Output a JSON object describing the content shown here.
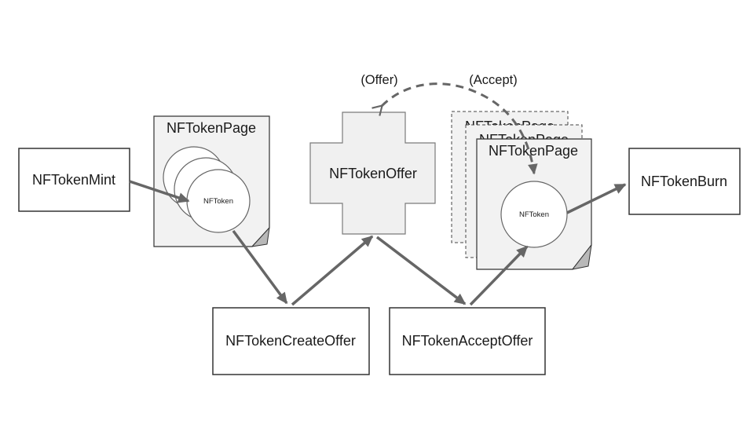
{
  "annotations": {
    "offer": "(Offer)",
    "accept": "(Accept)"
  },
  "transactions": {
    "mint": "NFTokenMint",
    "create_offer": "NFTokenCreateOffer",
    "accept_offer": "NFTokenAcceptOffer",
    "burn": "NFTokenBurn"
  },
  "ledger_objects": {
    "offer": "NFTokenOffer",
    "page_left": "NFTokenPage",
    "page_right_front": "NFTokenPage",
    "page_right_middle": "NFTokenPage",
    "page_right_back": "NFTokenPage",
    "token_left": "NFToken",
    "token_right": "NFToken"
  },
  "colors": {
    "background": "#ffffff",
    "page_fill": "#f2f2f2",
    "cross_fill": "#f0f0f0",
    "fold_fill": "#b8b8b8",
    "arrow": "#666666",
    "border_dark": "#333333",
    "text": "#1a1a1a"
  }
}
